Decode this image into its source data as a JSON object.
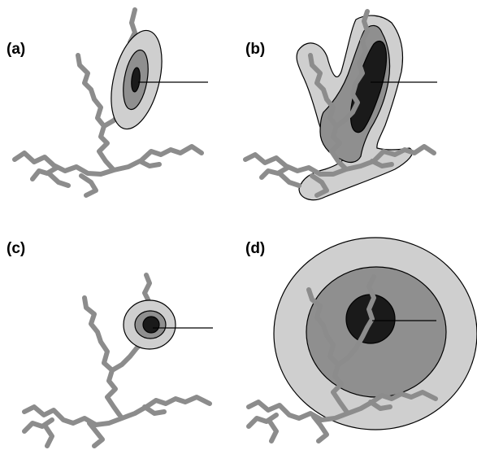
{
  "panels": [
    {
      "id": "a",
      "label": "(a)"
    },
    {
      "id": "b",
      "label": "(b)"
    },
    {
      "id": "c",
      "label": "(c)"
    },
    {
      "id": "d",
      "label": "(d)"
    }
  ],
  "colors": {
    "river": "#8c8c8c",
    "outer_zone": "#cfcfcf",
    "middle_zone": "#8f8f8f",
    "core_zone": "#1a1a1a",
    "outline": "#000000",
    "background": "#ffffff"
  }
}
